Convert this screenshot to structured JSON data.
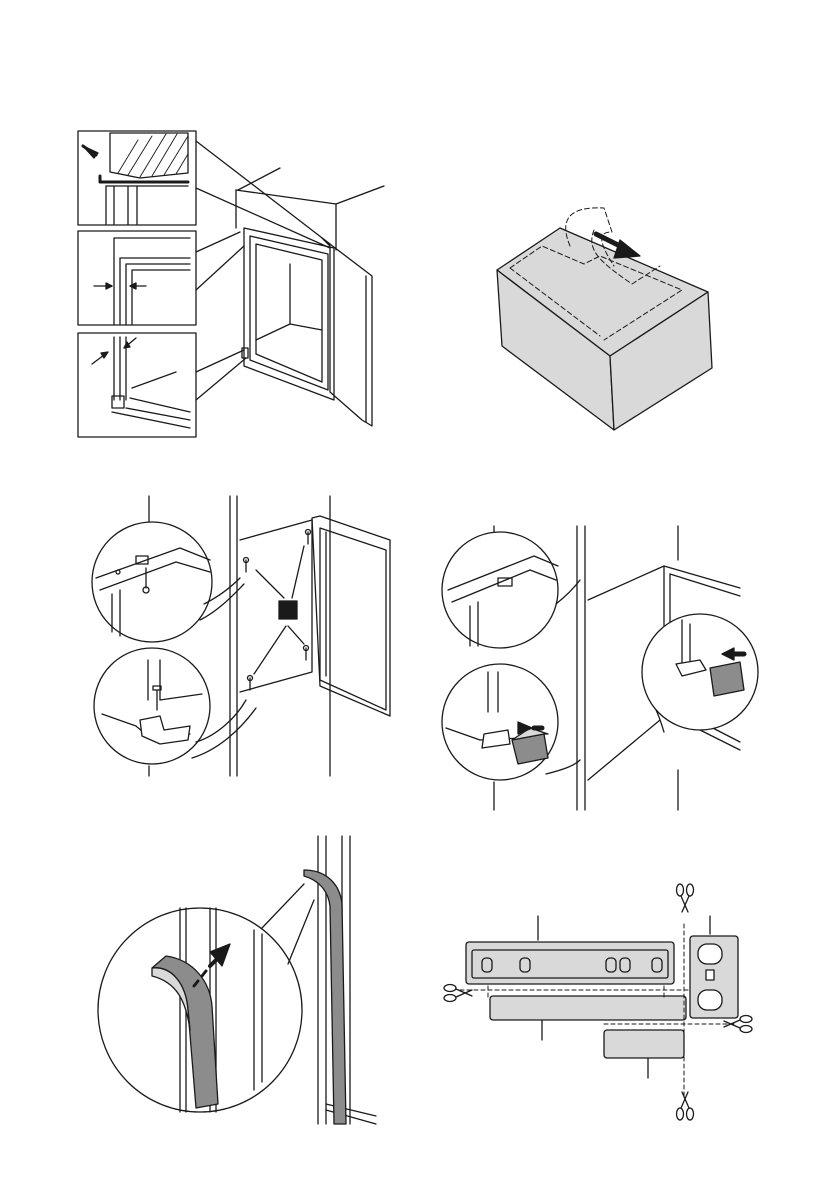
{
  "page": {
    "background": "#ffffff",
    "ink": "#1a1a1a",
    "fill_grey": "#d9d9d9",
    "dark_grey": "#8c8c8c"
  },
  "figures": [
    {
      "id": "fig1",
      "content": "door-hinge-detail-insets"
    },
    {
      "id": "fig2",
      "content": "package-seal-removal"
    },
    {
      "id": "fig3",
      "content": "door-screw-mounting"
    },
    {
      "id": "fig4",
      "content": "hinge-cover-caps"
    },
    {
      "id": "fig5",
      "content": "gasket-strip-insertion"
    },
    {
      "id": "fig6",
      "content": "cut-cover-strips"
    }
  ],
  "icons": [
    "arrow-icon",
    "scissors-icon",
    "screw-icon",
    "magnifier-circle-icon"
  ]
}
